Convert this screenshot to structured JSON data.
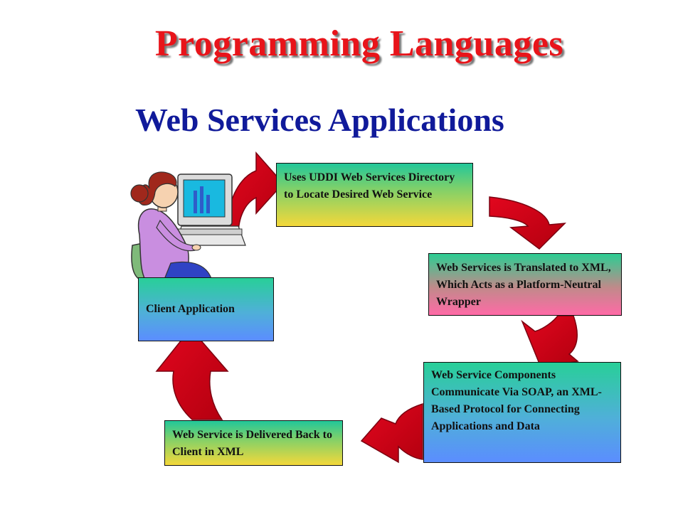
{
  "header": {
    "title": "Programming Languages",
    "subtitle": "Web Services Applications"
  },
  "steps": {
    "uddi": "Uses UDDI Web Services Directory to Locate Desired Web Service",
    "translate": "Web Services is Translated to XML, Which Acts as a Platform-Neutral Wrapper",
    "soap": "Web Service Components Communicate Via SOAP, an XML-Based Protocol for Connecting Applications and Data",
    "delivered": "Web Service is Delivered Back to Client in XML",
    "client": "Client Application"
  },
  "colors": {
    "title": "#e8141a",
    "subtitle": "#101a9a",
    "arrow": "#d0021b",
    "arrow_dark": "#8f0010"
  },
  "icons": {
    "illustration": "woman-at-computer-icon",
    "arrows": "curved-arrow-icon"
  }
}
